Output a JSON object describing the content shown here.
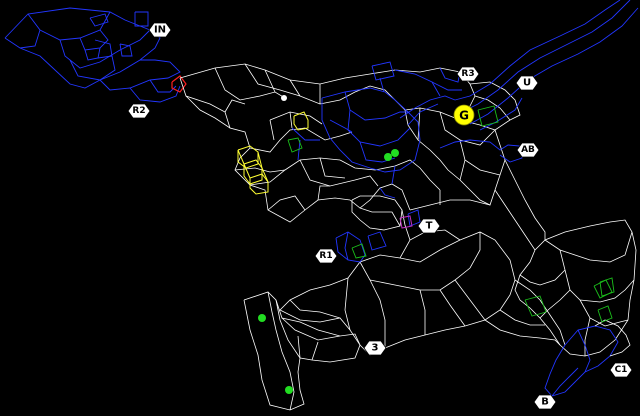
{
  "markers": [
    {
      "id": "in",
      "label": "IN"
    },
    {
      "id": "r2",
      "label": "R2"
    },
    {
      "id": "r3",
      "label": "R3"
    },
    {
      "id": "u",
      "label": "U"
    },
    {
      "id": "g",
      "label": "G"
    },
    {
      "id": "ab",
      "label": "AB"
    },
    {
      "id": "t",
      "label": "T"
    },
    {
      "id": "r1",
      "label": "R1"
    },
    {
      "id": "three",
      "label": "3"
    },
    {
      "id": "c1",
      "label": "C1"
    },
    {
      "id": "b",
      "label": "B"
    }
  ],
  "colors": {
    "background": "#000000",
    "wireframe": "#ffffff",
    "blue_zone": "#2236ff",
    "highlight": "#ffff33",
    "connector": "#1bbf1b",
    "items": "#22dd22",
    "goal": "#ffff00"
  }
}
